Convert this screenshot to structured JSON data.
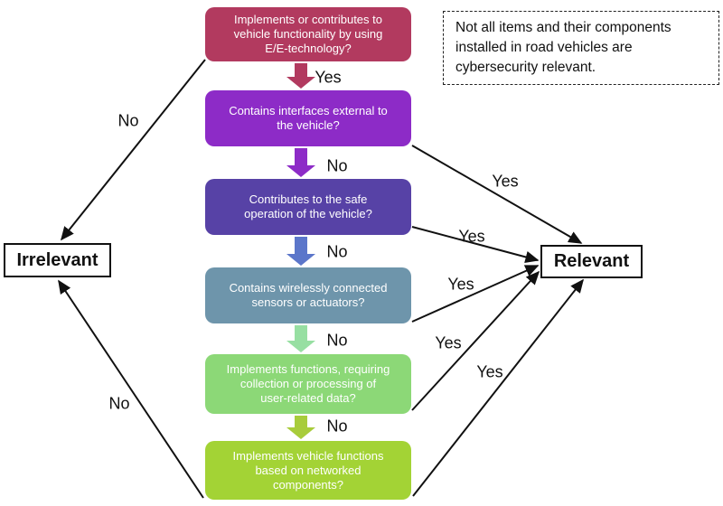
{
  "figure": {
    "note_text": "Not all items and their components\ninstalled in road vehicles are\ncybersecurity relevant.",
    "irrelevant_label": "Irrelevant",
    "relevant_label": "Relevant",
    "line_color": "#111111"
  },
  "questions": [
    {
      "text": "Implements or contributes to\nvehicle functionality by using\nE/E-technology?",
      "color": "#b23a5f"
    },
    {
      "text": "Contains interfaces external to\nthe vehicle?",
      "color": "#8d2bc7"
    },
    {
      "text": "Contributes to the safe\noperation of the vehicle?",
      "color": "#5742a6"
    },
    {
      "text": "Contains wirelessly connected\nsensors or actuators?",
      "color": "#6e95ab"
    },
    {
      "text": "Implements functions, requiring\ncollection or processing of\nuser-related data?",
      "color": "#8cd877"
    },
    {
      "text": "Implements vehicle functions\nbased on networked\ncomponents?",
      "color": "#a3d335"
    }
  ],
  "down_arrows": [
    {
      "label": "Yes",
      "color": "#b23a5f"
    },
    {
      "label": "No",
      "color": "#8d2bc7"
    },
    {
      "label": "No",
      "color": "#5b76ca"
    },
    {
      "label": "No",
      "color": "#97dfa2"
    },
    {
      "label": "No",
      "color": "#a8cc3b"
    }
  ],
  "edges_to_irrelevant": [
    {
      "from": "question-1",
      "label": "No"
    },
    {
      "from": "question-6",
      "label": "No"
    }
  ],
  "edges_to_relevant": [
    {
      "from": "question-2",
      "label": "Yes"
    },
    {
      "from": "question-3",
      "label": "Yes"
    },
    {
      "from": "question-4",
      "label": "Yes"
    },
    {
      "from": "question-5",
      "label": "Yes"
    },
    {
      "from": "question-6",
      "label": "Yes"
    }
  ]
}
